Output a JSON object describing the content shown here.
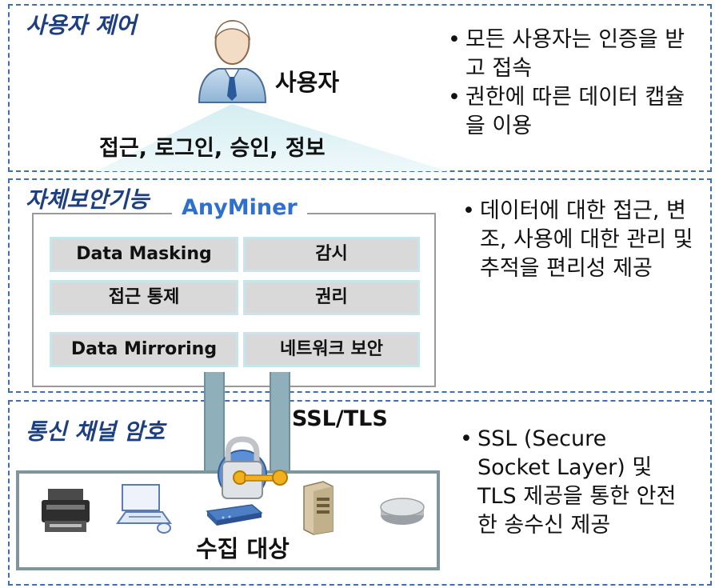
{
  "top": {
    "title": "사용자 제어",
    "user_label": "사용자",
    "arrow_label": "접근, 로그인, 승인, 정보",
    "bullets": [
      "모든 사용자는 인증을 받고 접속",
      "권한에 따른 데이터 캡슐을 이용"
    ]
  },
  "middle": {
    "title": "자체보안기능",
    "box_title": "AnyMiner",
    "modules": [
      "Data Masking",
      "감시",
      "접근 통제",
      "권리",
      "Data Mirroring",
      "네트워크 보안"
    ],
    "bullet": "데이터에 대한 접근, 변조, 사용에 대한 관리 및 추적을 편리성 제공"
  },
  "bottom": {
    "title": "통신 채널 암호",
    "protocol_label": "SSL/TLS",
    "target_label": "수집 대상",
    "bullet": "SSL (Secure Socket Layer) 및 TLS 제공을 통한 안전한 송수신 제공"
  },
  "colors": {
    "accent": "#1d3f82",
    "border": "#3f6fb0",
    "highlight": "#2f6fd0"
  },
  "icons": [
    "user-icon",
    "printer-icon",
    "laptop-icon",
    "router-icon",
    "server-icon",
    "disk-icon",
    "lock-key-icon"
  ]
}
